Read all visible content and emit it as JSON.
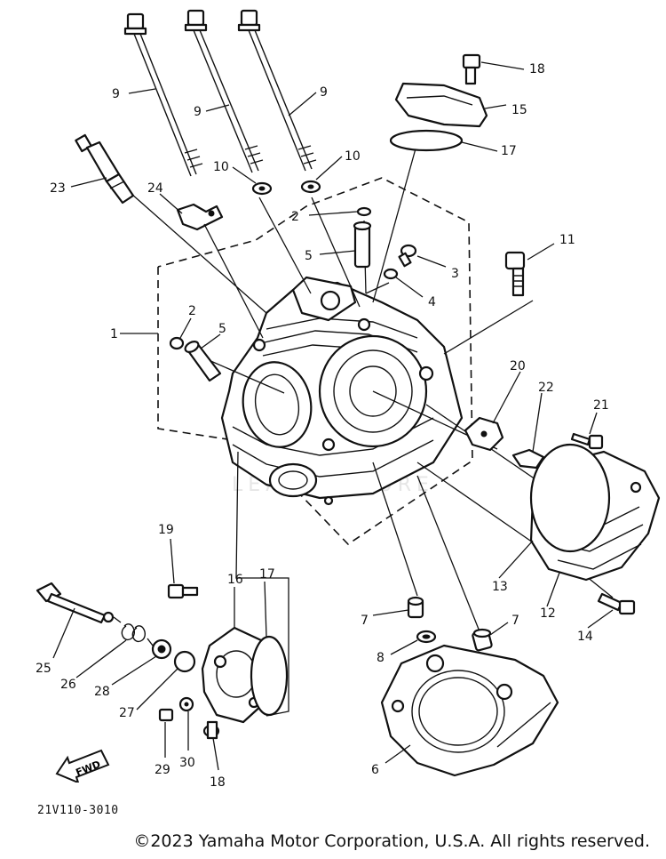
{
  "callouts": [
    "1",
    "2",
    "2",
    "3",
    "4",
    "5",
    "5",
    "6",
    "7",
    "7",
    "8",
    "9",
    "9",
    "9",
    "10",
    "10",
    "11",
    "12",
    "13",
    "14",
    "15",
    "16",
    "17",
    "17",
    "18",
    "18",
    "19",
    "20",
    "21",
    "22",
    "23",
    "24",
    "25",
    "26",
    "27",
    "28",
    "29",
    "30"
  ],
  "fwd_label": "FWD",
  "ref_code": "21V110-3010",
  "copyright": "©2023 Yamaha Motor Corporation, U.S.A. All rights reserved.",
  "watermark": "LEADVENTURE"
}
